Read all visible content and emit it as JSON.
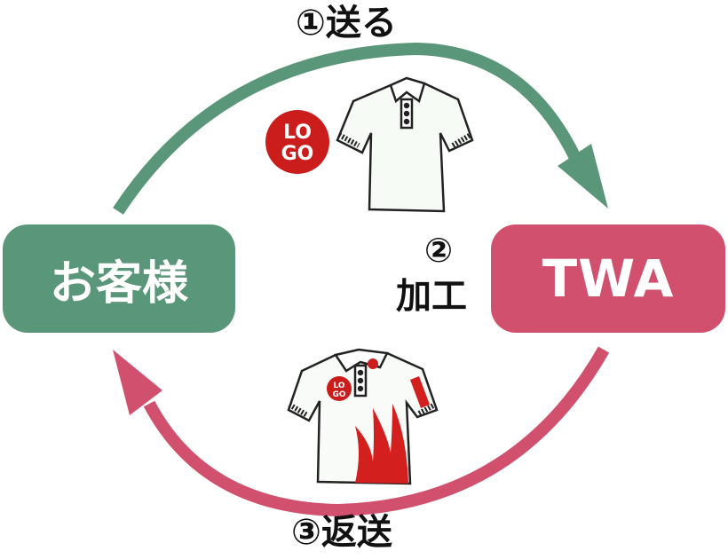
{
  "diagram": {
    "type": "process-cycle",
    "nodes": [
      {
        "id": "customer",
        "label": "お客様",
        "color": "#5a967a"
      },
      {
        "id": "twa",
        "label": "TWA",
        "color": "#d1506e"
      }
    ],
    "steps": [
      {
        "number": "①",
        "label": "送る",
        "text": "①送る",
        "from": "customer",
        "to": "twa",
        "arrow_color": "#5a967a"
      },
      {
        "number": "②",
        "label": "加工",
        "at": "twa"
      },
      {
        "number": "③",
        "label": "返送",
        "text": "③返送",
        "from": "twa",
        "to": "customer",
        "arrow_color": "#d1506e"
      }
    ],
    "illustrations": [
      {
        "name": "plain-polo-shirt",
        "description": "white polo shirt with separate red LOGO badge"
      },
      {
        "name": "printed-polo-shirt",
        "description": "white polo shirt with LOGO print, red sleeve stripes and red flame pattern"
      }
    ],
    "logo_badge": {
      "text": "LOGO",
      "color": "#cc1d1d"
    }
  }
}
